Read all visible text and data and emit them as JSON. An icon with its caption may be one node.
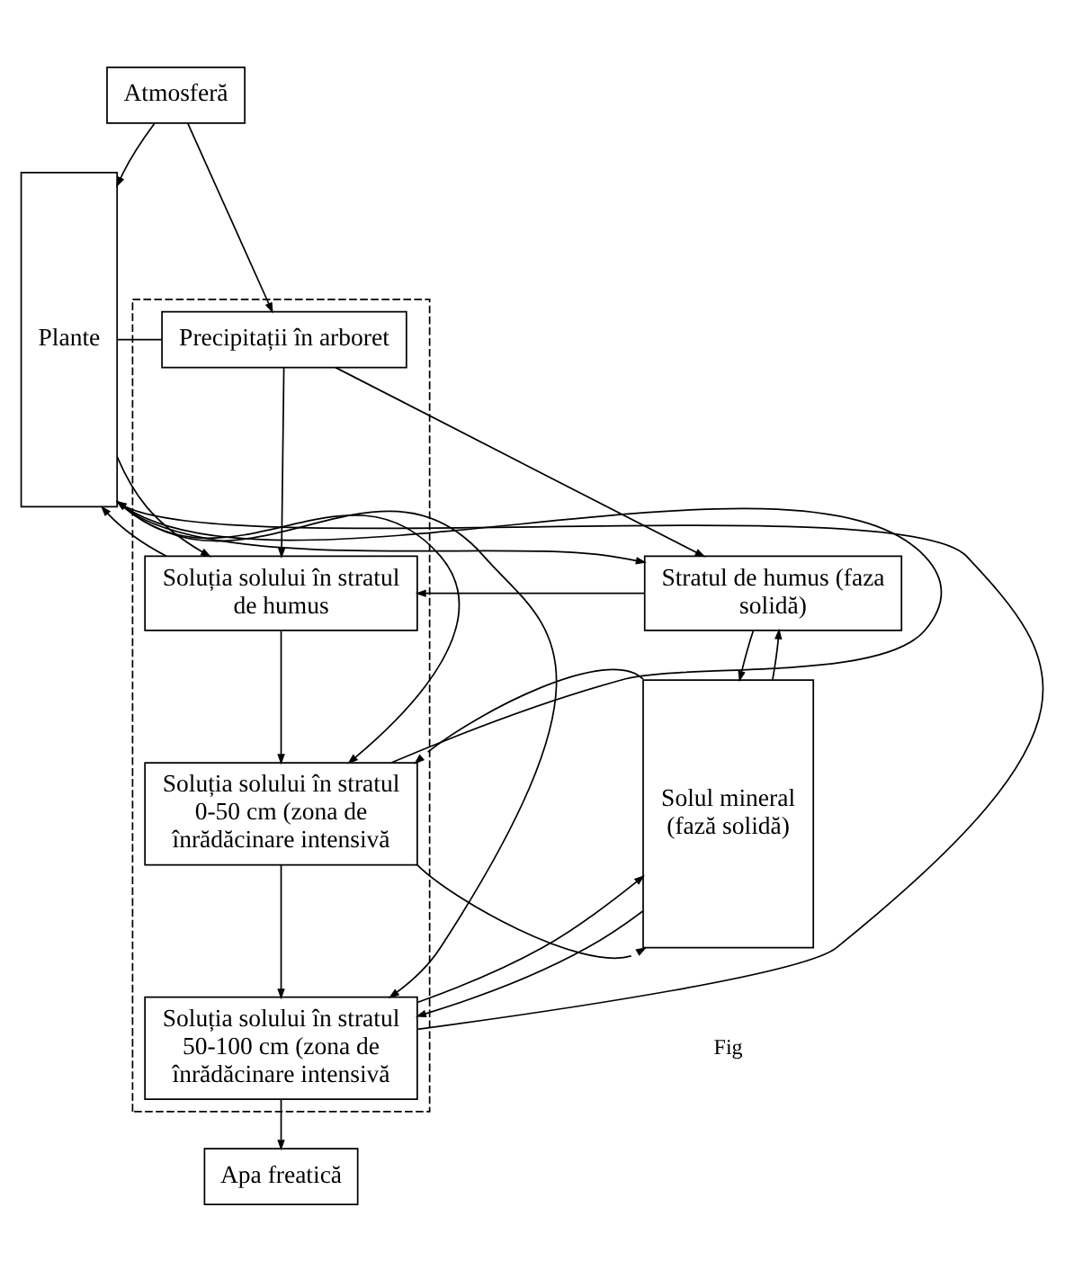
{
  "diagram": {
    "nodes": [
      {
        "text": [
          "Atmosferă"
        ]
      },
      {
        "text": [
          "Plante"
        ]
      },
      {
        "text": [],
        "shape": "box"
      },
      {
        "text": [
          "Precipitații în arboret"
        ],
        "in": 2
      },
      {
        "text": [
          "Soluția solului în stratul de humus"
        ],
        "in": 2
      },
      {
        "text": [
          "Soluția solului în stratul 0-50 cm (zona de înrădăcinare intensivă"
        ],
        "in": 2
      },
      {
        "text": [
          "Soluția solului în stratul 50-100 cm (zona de înrădăcinare intensivă"
        ],
        "in": 2
      },
      {
        "text": [
          "Stratul de humus (faza solidă)"
        ]
      },
      {
        "text": [
          "Solul mineral (fază solidă)"
        ]
      },
      {
        "text": [
          "Apa freatică"
        ]
      }
    ],
    "edges": [
      {
        "from": 0,
        "to": 1,
        "arrow": "to"
      },
      {
        "from": 0,
        "to": 3,
        "arrow": "to"
      },
      {
        "from": 3,
        "to": 1,
        "arrow": "none"
      },
      {
        "from": 3,
        "to": 4,
        "arrow": "to"
      },
      {
        "from": 3,
        "to": 7,
        "arrow": "to"
      },
      {
        "from": 1,
        "to": 7,
        "arrow": "to"
      },
      {
        "from": 4,
        "to": 1,
        "arrow": "to"
      },
      {
        "from": 1,
        "to": 4,
        "arrow": "to"
      },
      {
        "from": 7,
        "to": 4,
        "arrow": "to"
      },
      {
        "from": 4,
        "to": 5,
        "arrow": "to"
      },
      {
        "from": 7,
        "to": 8,
        "arrow": "to"
      },
      {
        "from": 8,
        "to": 7,
        "arrow": "to"
      },
      {
        "from": 5,
        "to": 1,
        "arrow": "to"
      },
      {
        "from": 1,
        "to": 5,
        "arrow": "to"
      },
      {
        "from": 8,
        "to": 5,
        "arrow": "to"
      },
      {
        "from": 5,
        "to": 8,
        "arrow": "to"
      },
      {
        "from": 5,
        "to": 6,
        "arrow": "to"
      },
      {
        "from": 6,
        "to": 1,
        "arrow": "to"
      },
      {
        "from": 1,
        "to": 6,
        "arrow": "to"
      },
      {
        "from": 8,
        "to": 6,
        "arrow": "to"
      },
      {
        "from": 6,
        "to": 8,
        "arrow": "to"
      },
      {
        "from": 6,
        "to": 9,
        "arrow": "to"
      }
    ],
    "labels": [
      "Fig"
    ]
  }
}
